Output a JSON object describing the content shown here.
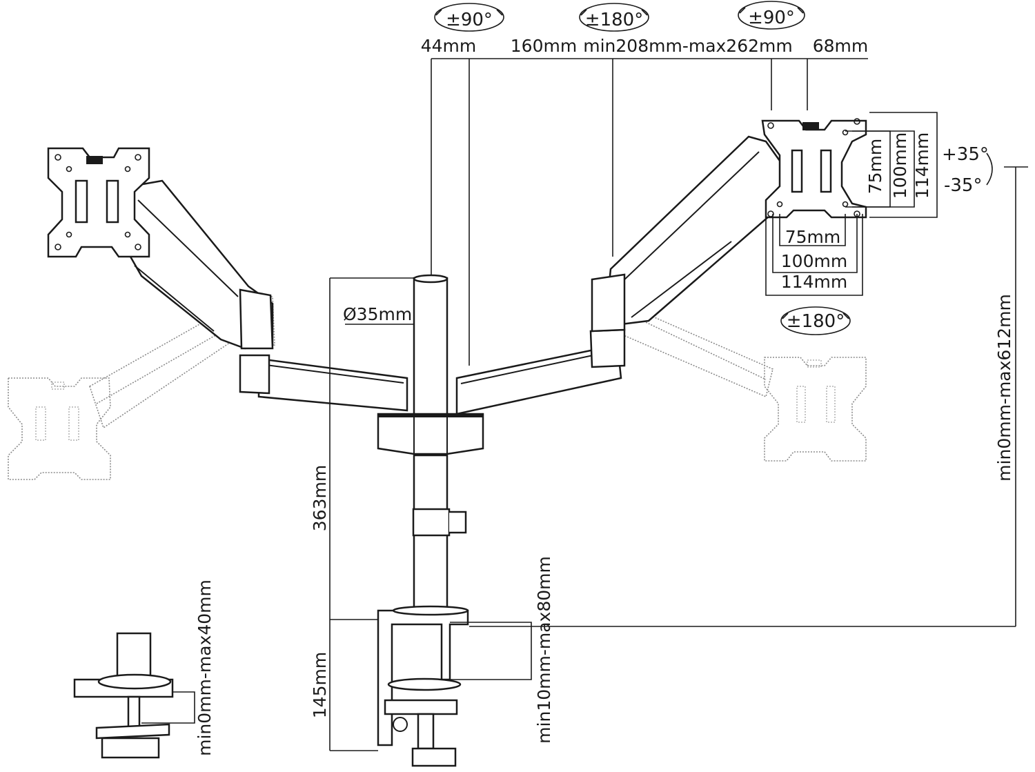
{
  "labels": {
    "top_rot_left": "±90°",
    "top_rot_mid": "±180°",
    "top_rot_right": "±90°",
    "dim_44": "44mm",
    "dim_160": "160mm",
    "dim_arm_range": "min208mm-max262mm",
    "dim_68": "68mm",
    "dim_pole_diameter": "Ø35mm",
    "dim_pole_height": "363mm",
    "dim_clamp_height": "145mm",
    "dim_desk_thickness": "min10mm-max80mm",
    "dim_grommet_thickness": "min0mm-max40mm",
    "dim_height_range": "min0mm-max612mm",
    "tilt_up": "+35°",
    "tilt_down": "-35°",
    "vesa_h_75": "75mm",
    "vesa_h_100": "100mm",
    "vesa_h_114": "114mm",
    "vesa_w_75": "75mm",
    "vesa_w_100": "100mm",
    "vesa_w_114": "114mm",
    "rot_180_bottom": "±180°"
  },
  "colors": {
    "line": "#1a1a1a",
    "ghost": "#8a8a8a",
    "background": "#ffffff"
  }
}
